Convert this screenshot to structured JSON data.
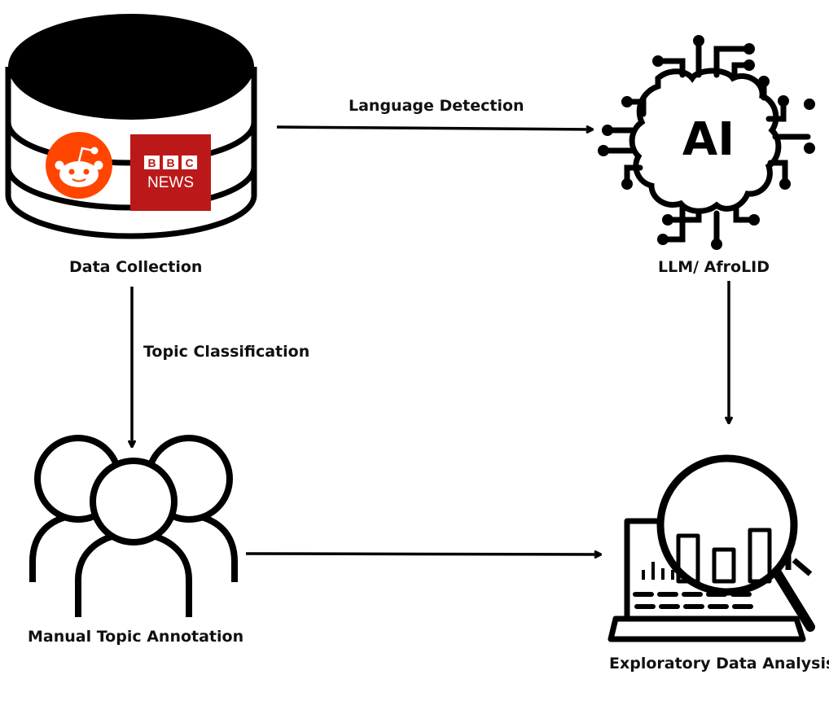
{
  "nodes": {
    "data_collection": {
      "label": "Data Collection",
      "icon": "database-icon"
    },
    "llm": {
      "label": "LLM/ AfroLID",
      "icon": "ai-brain-icon",
      "icon_text": "AI"
    },
    "manual_annotation": {
      "label": "Manual Topic Annotation",
      "icon": "people-group-icon"
    },
    "eda": {
      "label": "Exploratory Data Analysis",
      "icon": "laptop-magnifier-chart-icon"
    }
  },
  "logos": {
    "reddit": {
      "icon": "reddit-logo-icon",
      "color": "#ff4500"
    },
    "bbc_news": {
      "line1": "BBC",
      "line2": "NEWS",
      "color": "#bb1919"
    }
  },
  "edges": {
    "language_detection": "Language Detection",
    "topic_classification": "Topic Classification"
  },
  "colors": {
    "ink": "#000000",
    "reddit": "#ff4500",
    "bbc": "#bb1919"
  }
}
